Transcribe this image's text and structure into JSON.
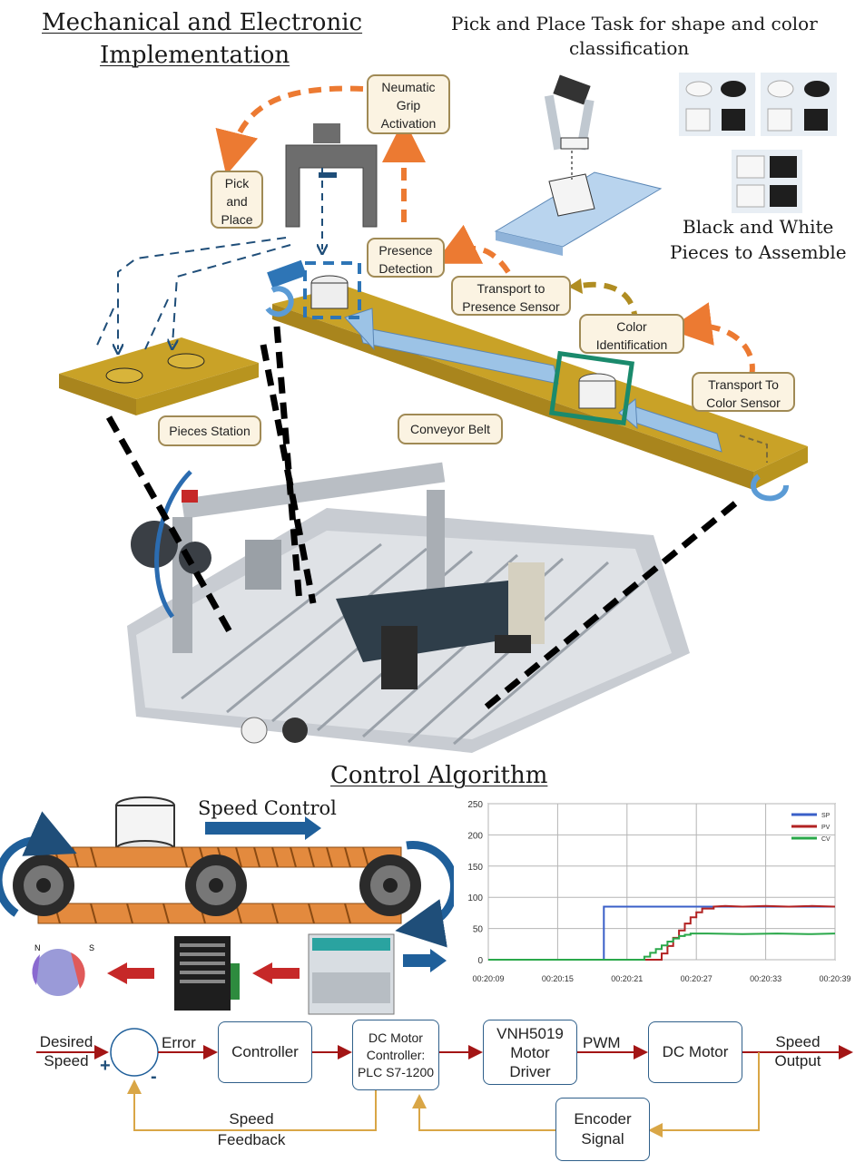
{
  "top": {
    "title_line1": "Mechanical and Electronic",
    "title_line2": "Implementation",
    "task_line1": "Pick and Place Task for shape and color",
    "task_line2": "classification",
    "pieces_line1": "Black and White",
    "pieces_line2": "Pieces to Assemble"
  },
  "labels": {
    "neumatic": [
      "Neumatic",
      "Grip",
      "Activation"
    ],
    "pick_place": [
      "Pick",
      "and",
      "Place"
    ],
    "presence": [
      "Presence",
      "Detection"
    ],
    "transport_presence": [
      "Transport to",
      "Presence Sensor"
    ],
    "color_id": [
      "Color",
      "Identification"
    ],
    "transport_color": [
      "Transport To",
      "Color Sensor"
    ],
    "pieces_station": "Pieces Station",
    "conveyor_belt": "Conveyor Belt"
  },
  "control": {
    "title": "Control Algorithm",
    "speed_control": "Speed Control"
  },
  "block_diagram": {
    "desired_speed": [
      "Desired",
      "Speed"
    ],
    "plus": "+",
    "minus": "-",
    "error": "Error",
    "controller": "Controller",
    "plc": [
      "DC Motor",
      "Controller:",
      "PLC S7-1200"
    ],
    "driver": [
      "VNH5019",
      "Motor",
      "Driver"
    ],
    "pwm": "PWM",
    "dc_motor": "DC Motor",
    "speed_output": [
      "Speed",
      "Output"
    ],
    "encoder": [
      "Encoder",
      "Signal"
    ],
    "feedback": [
      "Speed",
      "Feedback"
    ]
  },
  "colors": {
    "orange": "#ec7a32",
    "olive": "#b08d22",
    "navy": "#1f4e79",
    "gold": "#c9a227",
    "line_gold": "#d9a646",
    "arrow_red": "#c00000",
    "sp": "#3a5fc8",
    "pv": "#b22222",
    "cv": "#2aa84a"
  },
  "chart_data": {
    "type": "line",
    "x_ticks": [
      "00:20:09",
      "00:20:15",
      "00:20:21",
      "00:20:27",
      "00:20:33",
      "00:20:39"
    ],
    "y_ticks": [
      "0",
      "50",
      "100",
      "150",
      "200",
      "250"
    ],
    "ylim": [
      0,
      250
    ],
    "xlim_seconds": [
      9,
      39
    ],
    "grid": true,
    "legend_position": "top-right",
    "series": [
      {
        "name": "SP",
        "x": [
          9,
          19.0,
          19.0,
          39
        ],
        "y": [
          0,
          0,
          85,
          85
        ]
      },
      {
        "name": "PV",
        "x": [
          9,
          24,
          24,
          24.5,
          24.5,
          25,
          25,
          25.5,
          25.5,
          26,
          26,
          26.5,
          26.5,
          27,
          27,
          27.5,
          27.5,
          28.5,
          28.5,
          29.5,
          31,
          33,
          35,
          37,
          39
        ],
        "y": [
          0,
          0,
          10,
          10,
          22,
          22,
          35,
          35,
          47,
          47,
          58,
          58,
          68,
          68,
          76,
          76,
          82,
          82,
          85,
          86,
          85,
          86,
          85,
          86,
          85
        ]
      },
      {
        "name": "CV",
        "x": [
          9,
          22.5,
          22.5,
          23,
          23,
          23.5,
          23.5,
          24,
          24,
          24.5,
          24.5,
          25,
          25,
          25.5,
          25.5,
          26,
          26,
          26.5,
          26.5,
          28,
          31,
          34,
          37,
          39
        ],
        "y": [
          0,
          0,
          5,
          5,
          11,
          11,
          17,
          17,
          23,
          23,
          29,
          29,
          34,
          34,
          38,
          38,
          40,
          40,
          42,
          42,
          41,
          42,
          41,
          42
        ]
      }
    ]
  }
}
